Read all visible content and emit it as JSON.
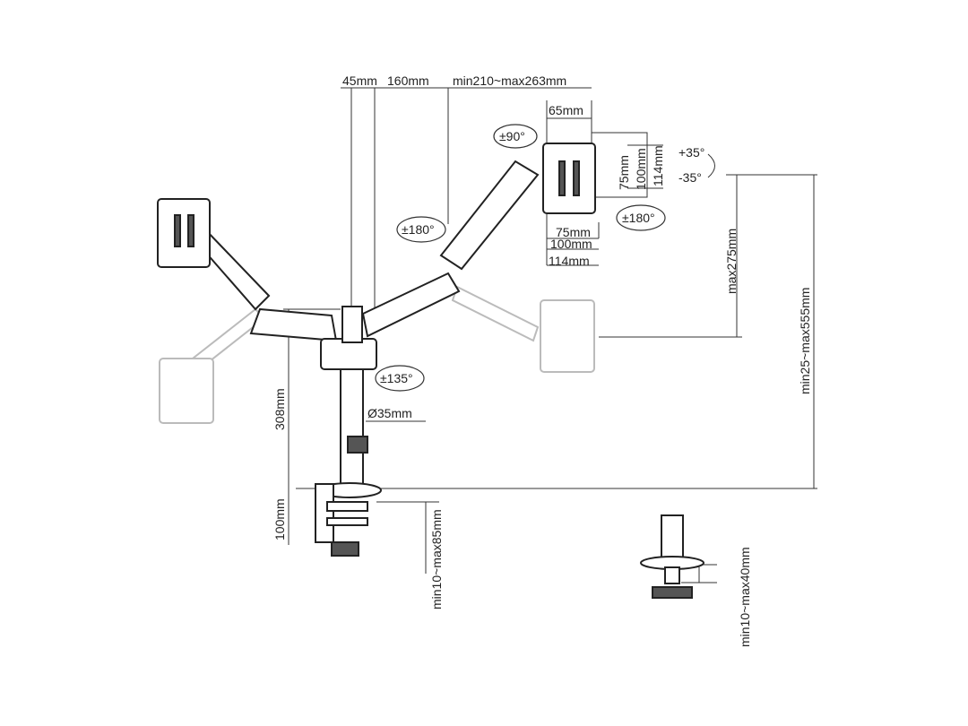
{
  "dimensions": {
    "top_45": "45mm",
    "top_160": "160mm",
    "top_reach": "min210~max263mm",
    "vesa_offset": "65mm",
    "vesa_v_75": "75mm",
    "vesa_v_100": "100mm",
    "vesa_v_114": "114mm",
    "vesa_h_75": "75mm",
    "vesa_h_100": "100mm",
    "vesa_h_114": "114mm",
    "max_height_arm": "max275mm",
    "total_height": "min25~max555mm",
    "pole_diameter": "Ø35mm",
    "pole_height": "308mm",
    "clamp_height": "100mm",
    "clamp_range": "min10~max85mm",
    "grommet_range": "min10~max40mm"
  },
  "rotations": {
    "rotate": "±90°",
    "tilt_up": "+35°",
    "tilt_down": "-35°",
    "swivel_arm": "±180°",
    "swivel_head": "±180°",
    "swivel_base": "±135°"
  }
}
